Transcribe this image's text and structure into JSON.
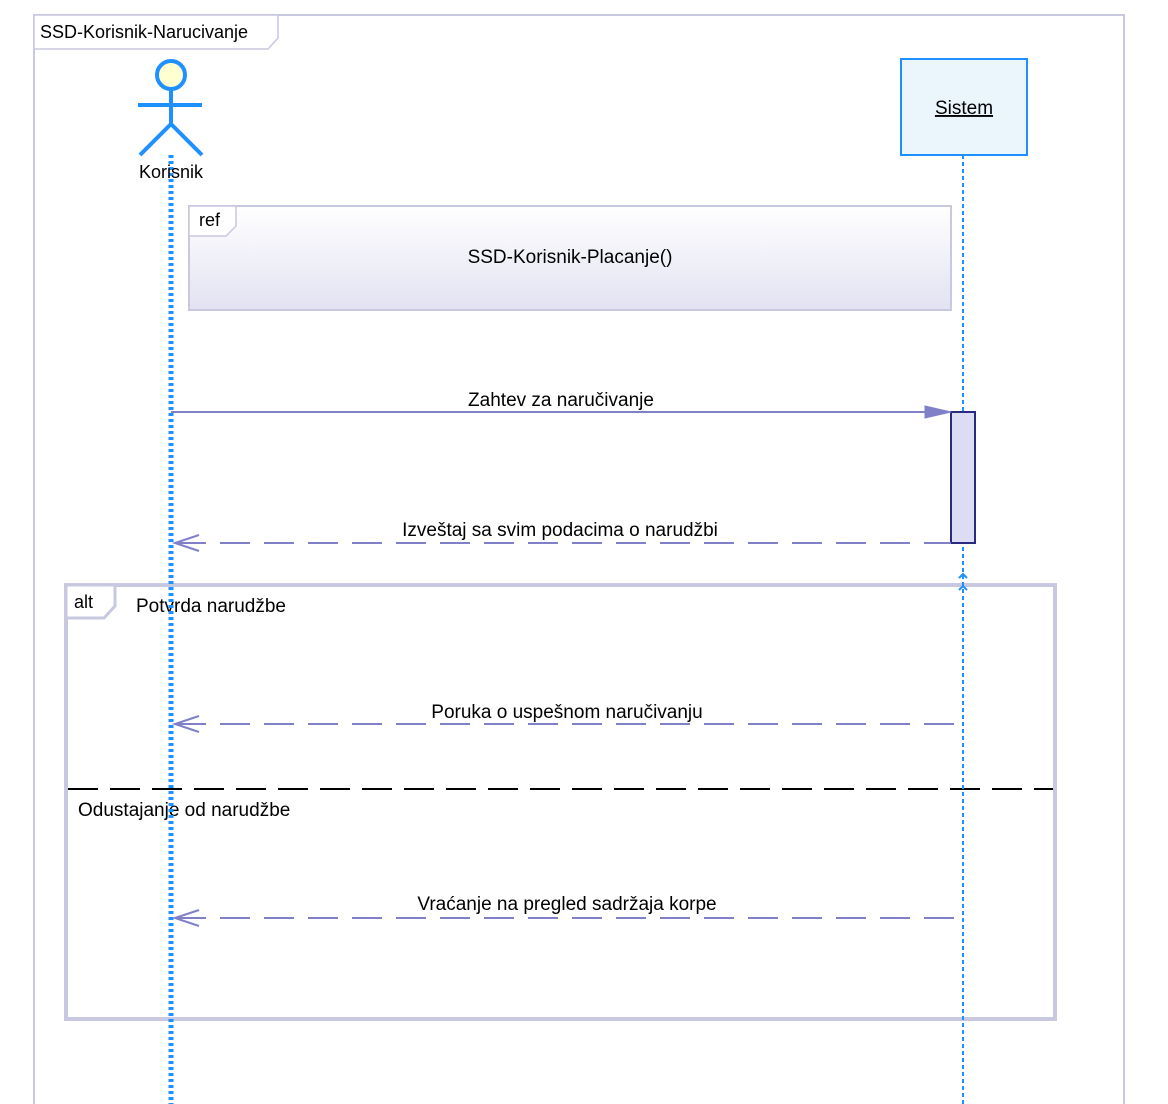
{
  "frame": {
    "title": "SSD-Korisnik-Narucivanje"
  },
  "actor": {
    "name": "Korisnik"
  },
  "system": {
    "name": "Sistem"
  },
  "ref": {
    "tag": "ref",
    "text": "SSD-Korisnik-Placanje()"
  },
  "messages": {
    "request": "Zahtev za naručivanje",
    "report": "Izveštaj sa svim podacima o narudžbi"
  },
  "alt": {
    "tag": "alt",
    "guard1": "Potvrda narudžbe",
    "msg1": "Poruka o uspešnom naručivanju",
    "guard2": "Odustajanje od narudžbe",
    "msg2": "Vraćanje na pregled sadržaja korpe"
  },
  "colors": {
    "frame_border": "#c8c8e0",
    "lifeline": "#1e90ff",
    "actor": "#1e90ff",
    "actor_head_fill": "#ffffd0",
    "message": "#8080c8",
    "system_border": "#1e90ff",
    "system_fill": "#eaf6fc",
    "activation_fill": "#dcdcf5",
    "activation_border": "#2a2a80"
  }
}
